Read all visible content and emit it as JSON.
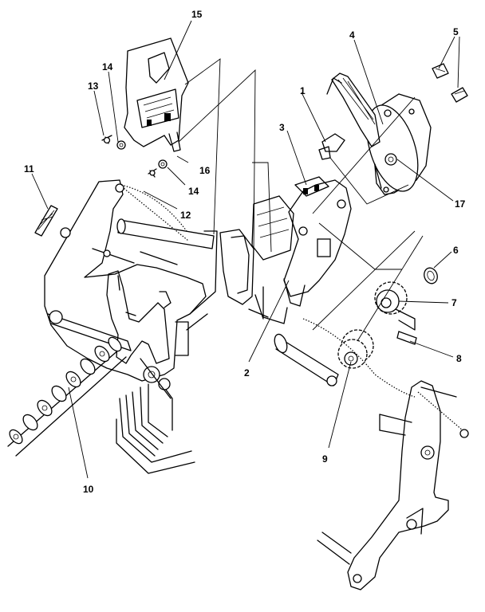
{
  "callouts": [
    {
      "id": "c1",
      "text": "1"
    },
    {
      "id": "c2",
      "text": "2"
    },
    {
      "id": "c3",
      "text": "3"
    },
    {
      "id": "c4",
      "text": "4"
    },
    {
      "id": "c5",
      "text": "5"
    },
    {
      "id": "c6",
      "text": "6"
    },
    {
      "id": "c7",
      "text": "7"
    },
    {
      "id": "c8",
      "text": "8"
    },
    {
      "id": "c9",
      "text": "9"
    },
    {
      "id": "c10",
      "text": "10"
    },
    {
      "id": "c11",
      "text": "11"
    },
    {
      "id": "c12",
      "text": "12"
    },
    {
      "id": "c13",
      "text": "13"
    },
    {
      "id": "c14a",
      "text": "14"
    },
    {
      "id": "c14b",
      "text": "14"
    },
    {
      "id": "c15",
      "text": "15"
    },
    {
      "id": "c16",
      "text": "16"
    },
    {
      "id": "c17",
      "text": "17"
    }
  ]
}
